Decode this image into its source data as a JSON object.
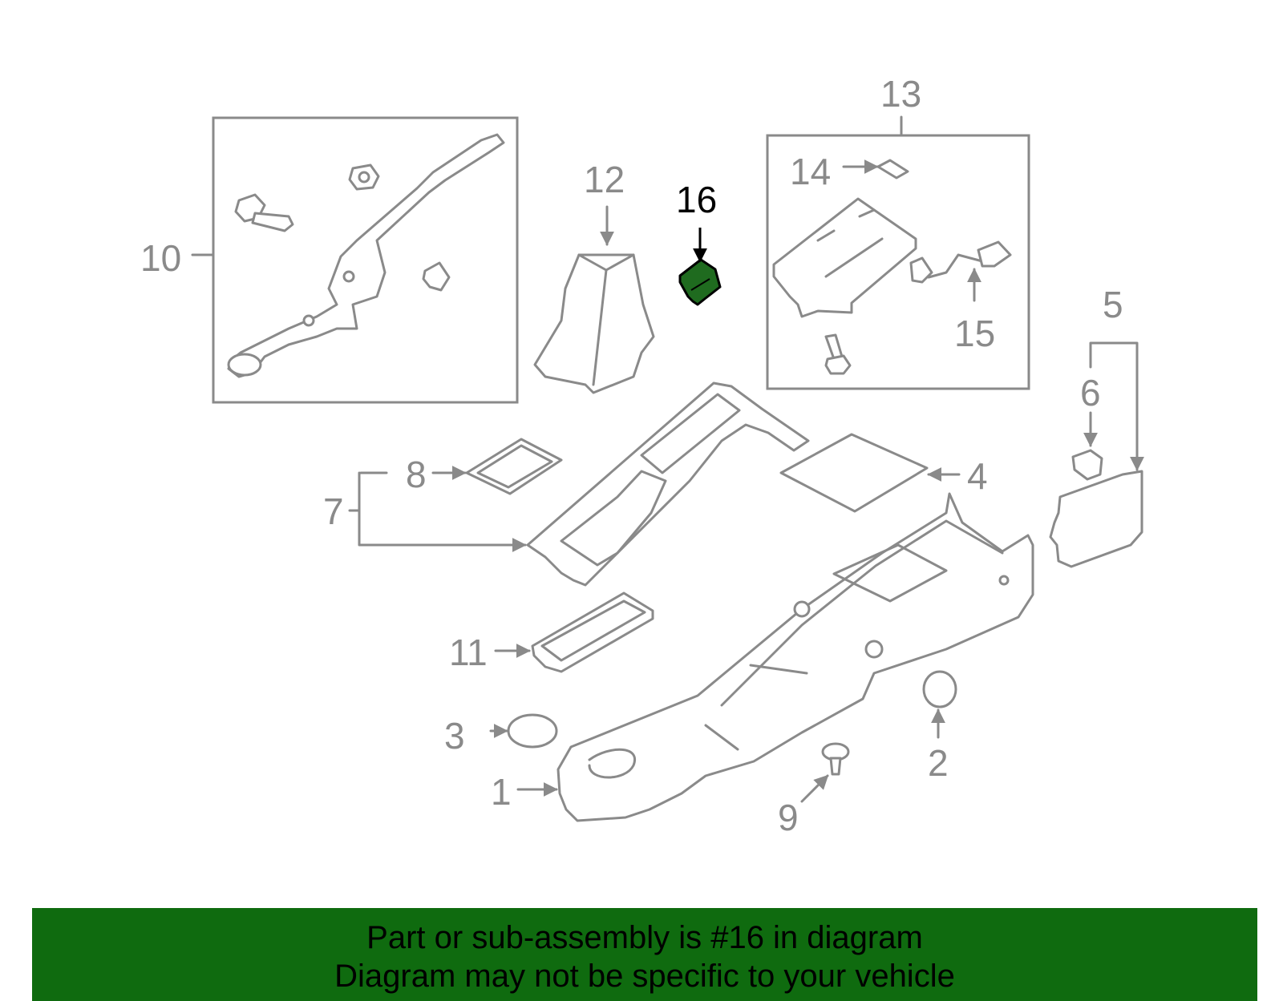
{
  "callouts": {
    "c1": "1",
    "c2": "2",
    "c3": "3",
    "c4": "4",
    "c5": "5",
    "c6": "6",
    "c7": "7",
    "c8": "8",
    "c9": "9",
    "c10": "10",
    "c11": "11",
    "c12": "12",
    "c13": "13",
    "c14": "14",
    "c15": "15",
    "c16": "16"
  },
  "highlight_part": "16",
  "colors": {
    "highlight": "#1f6b1f",
    "banner": "#0f6b0f",
    "line": "#8a8a8a"
  },
  "banner": {
    "line1": "Part or sub-assembly is #16 in diagram",
    "line2": "Diagram may not be specific to your vehicle"
  }
}
